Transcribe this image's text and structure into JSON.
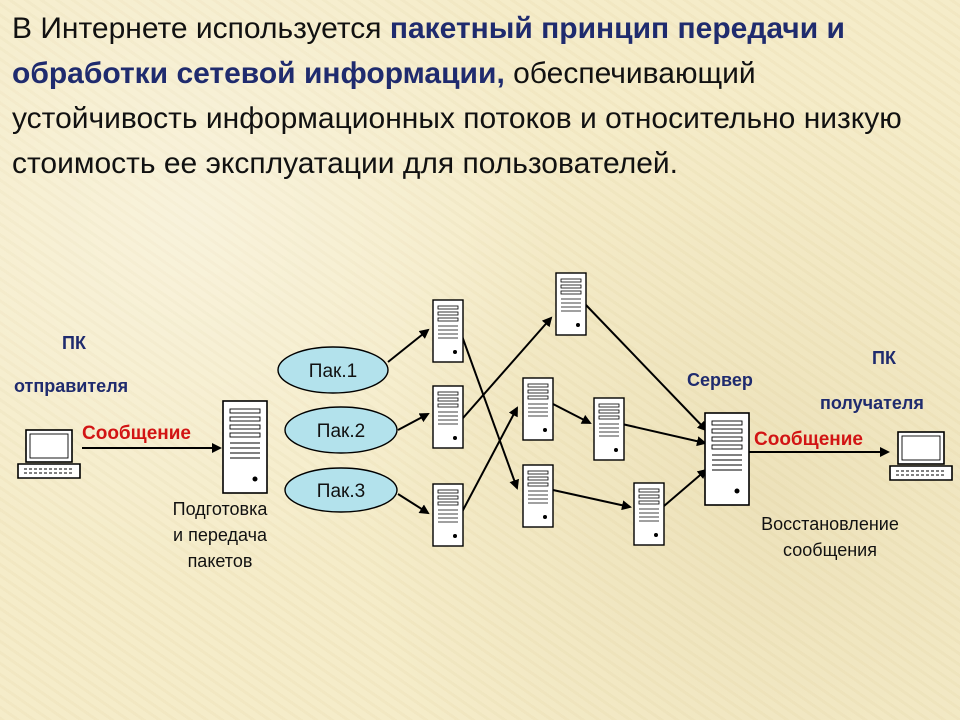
{
  "headline": {
    "part1": "В Интернете используется ",
    "highlight": "пакетный принцип передачи и обработки сетевой информации,",
    "part2": " обеспечивающий устойчивость информационных потоков и относительно низкую стоимость ее эксплуатации для пользователей."
  },
  "sender": {
    "pk": "ПК",
    "role": "отправителя",
    "message": "Сообщение"
  },
  "prep_caption": {
    "line1": "Подготовка",
    "line2": "и передача",
    "line3": "пакетов"
  },
  "packets": [
    "Пак.1",
    "Пак.2",
    "Пак.3"
  ],
  "server": {
    "label": "Сервер",
    "message": "Сообщение"
  },
  "receiver": {
    "pk": "ПК",
    "role": "получателя"
  },
  "restore_caption": {
    "line1": "Восстановление",
    "line2": "сообщения"
  },
  "colors": {
    "accent_blue": "#1f2b6e",
    "message_red": "#d21414",
    "packet_fill": "#b3e2ec",
    "background": "#f5ecc9"
  },
  "icons": [
    "computer-icon",
    "server-tower-icon"
  ]
}
